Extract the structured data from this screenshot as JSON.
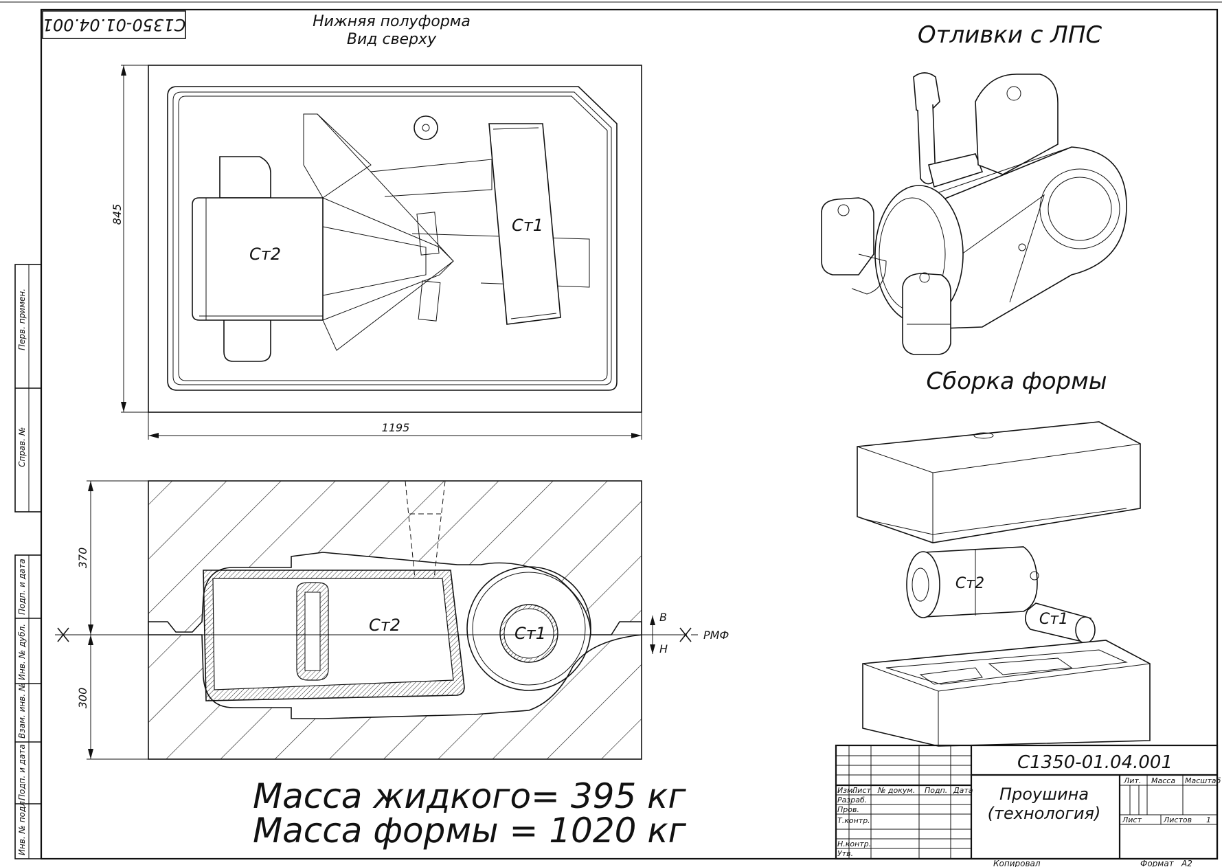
{
  "doc_code_mirrored": "С1350-01.04.001",
  "top_view": {
    "title_line1": "Нижняя полуформа",
    "title_line2": "Вид сверху",
    "dim_height": "845",
    "dim_width": "1195",
    "label_st2": "Ст2",
    "label_st1": "Ст1"
  },
  "section_view": {
    "dim_upper": "370",
    "dim_lower": "300",
    "label_st2": "Ст2",
    "label_st1": "Ст1",
    "label_b": "В",
    "label_h": "Н",
    "label_rmf": "РМФ"
  },
  "castings": {
    "title": "Отливки с ЛПС"
  },
  "assembly": {
    "title": "Сборка формы",
    "label_st2": "Ст2",
    "label_st1": "Ст1"
  },
  "mass": {
    "liquid": "Масса жидкого= 395 кг",
    "mold": "Масса формы = 1020 кг"
  },
  "side_stamp": {
    "perv_primen": "Перв. примен.",
    "sprav": "Справ. №",
    "podp_data_1": "Подп. и дата",
    "inv_dubl": "Инв. № дубл.",
    "vzam_inv": "Взам. инв. №",
    "podp_data_2": "Подп. и дата",
    "inv_podl": "Инв. № подл."
  },
  "title_block": {
    "code": "С1350-01.04.001",
    "name_line1": "Проушина",
    "name_line2": "(технология)",
    "col_izm": "Изм.",
    "col_list": "Лист",
    "col_ndokum": "№ докум.",
    "col_podp": "Подп.",
    "col_data": "Дата",
    "row_razrab": "Разраб.",
    "row_prov": "Пров.",
    "row_tkontr": "Т.контр.",
    "row_nkontr": "Н.контр.",
    "row_utv": "Утв.",
    "lit": "Лит.",
    "massa": "Масса",
    "masshtab": "Масштаб",
    "list": "Лист",
    "listov": "Листов",
    "listov_value": "1"
  },
  "footer": {
    "kopiroval": "Копировал",
    "format_label": "Формат",
    "format_value": "А2"
  }
}
